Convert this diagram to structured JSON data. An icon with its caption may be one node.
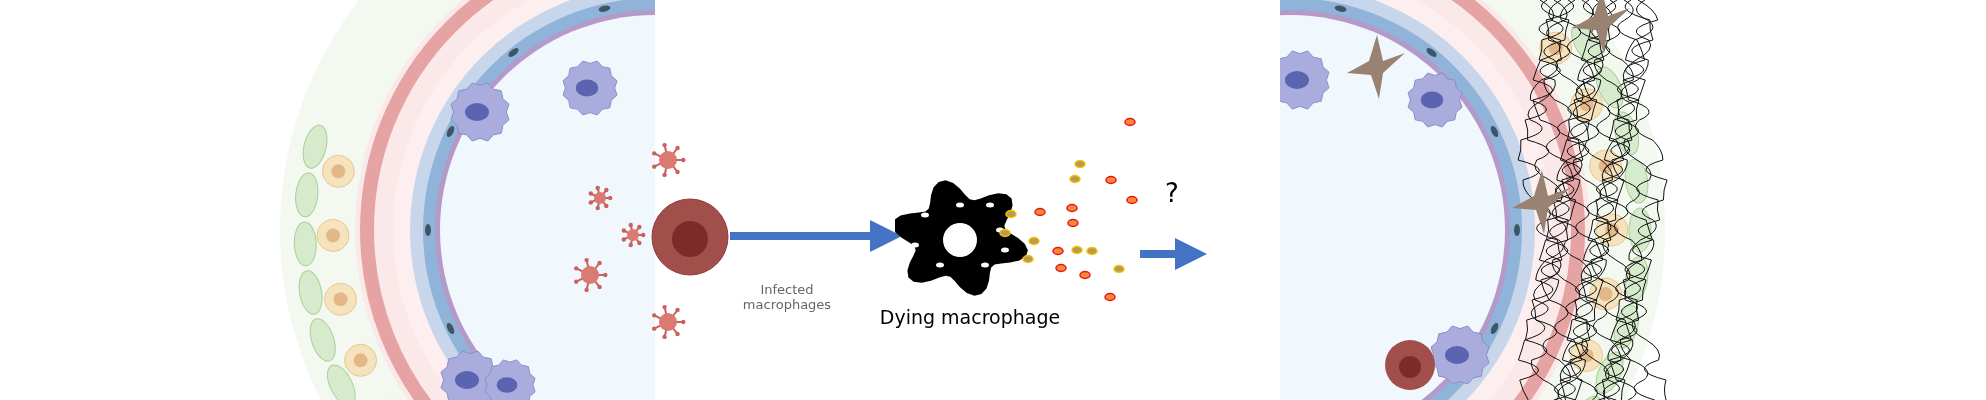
{
  "diagram": {
    "nodes": [
      {
        "text": [],
        "shape": "picture",
        "beside": [
          "Infected macrophages"
        ]
      },
      {
        "text": [],
        "shape": "picture",
        "beside": [
          "Dying macrophage"
        ]
      },
      {
        "text": [],
        "shape": "picture"
      }
    ],
    "edges": [
      {
        "from": 0,
        "to": 1,
        "arrow": "to"
      },
      {
        "from": 1,
        "to": 2,
        "arrow": "to"
      }
    ],
    "labels": [
      "?"
    ]
  }
}
